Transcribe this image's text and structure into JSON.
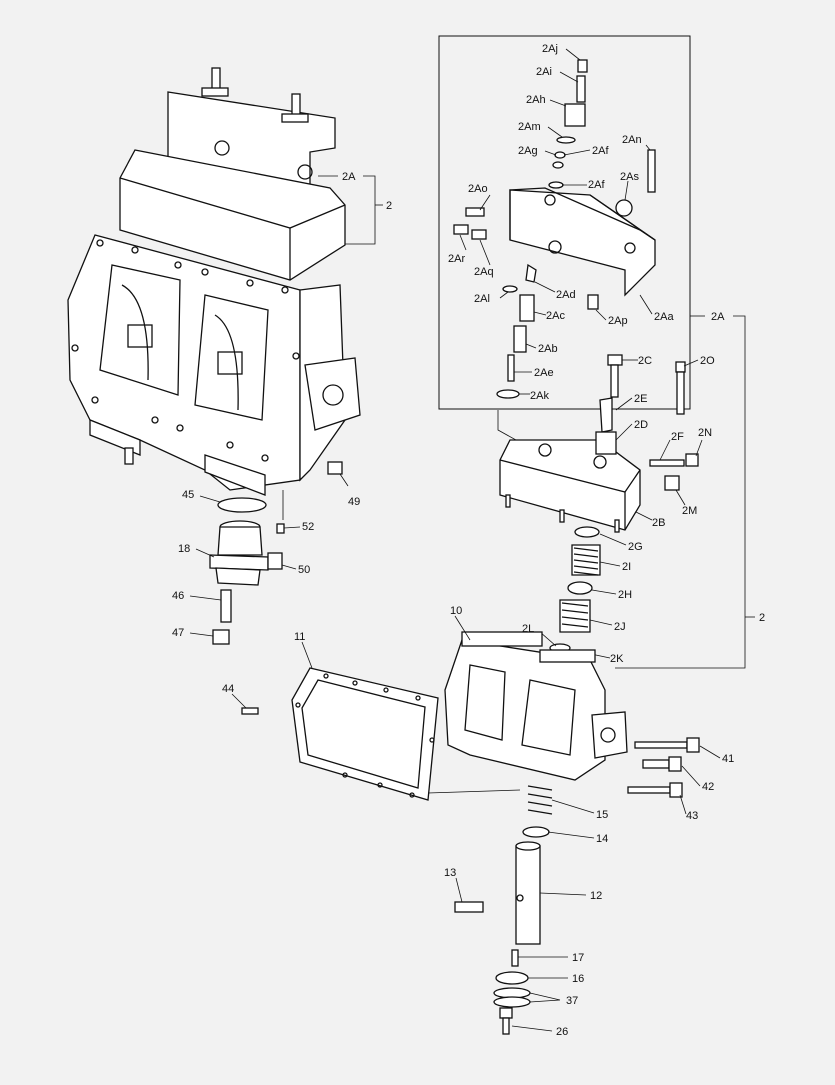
{
  "labels": {
    "l2Aj": "2Aj",
    "l2Ai": "2Ai",
    "l2Ah": "2Ah",
    "l2Am": "2Am",
    "l2Ag": "2Ag",
    "l2Af1": "2Af",
    "l2Af2": "2Af",
    "l2An": "2An",
    "l2As": "2As",
    "l2Ao": "2Ao",
    "l2Ar": "2Ar",
    "l2Aq": "2Aq",
    "l2Al": "2Al",
    "l2Ad": "2Ad",
    "l2Ac": "2Ac",
    "l2Ap": "2Ap",
    "l2Aa": "2Aa",
    "l2Ab": "2Ab",
    "l2Ae": "2Ae",
    "l2Ak": "2Ak",
    "l2A_top": "2A",
    "l2_top": "2",
    "l2A_right": "2A",
    "l2_right": "2",
    "l2C": "2C",
    "l2O": "2O",
    "l2E": "2E",
    "l2D": "2D",
    "l2F": "2F",
    "l2N": "2N",
    "l2M": "2M",
    "l2B": "2B",
    "l2G": "2G",
    "l2I": "2I",
    "l2H": "2H",
    "l2J": "2J",
    "l2L": "2L",
    "l2K": "2K",
    "l10": "10",
    "l11": "11",
    "l12": "12",
    "l13": "13",
    "l14": "14",
    "l15": "15",
    "l16": "16",
    "l17": "17",
    "l18": "18",
    "l26": "26",
    "l37": "37",
    "l41": "41",
    "l42": "42",
    "l43": "43",
    "l44": "44",
    "l45": "45",
    "l46": "46",
    "l47": "47",
    "l49": "49",
    "l50": "50",
    "l52": "52"
  }
}
